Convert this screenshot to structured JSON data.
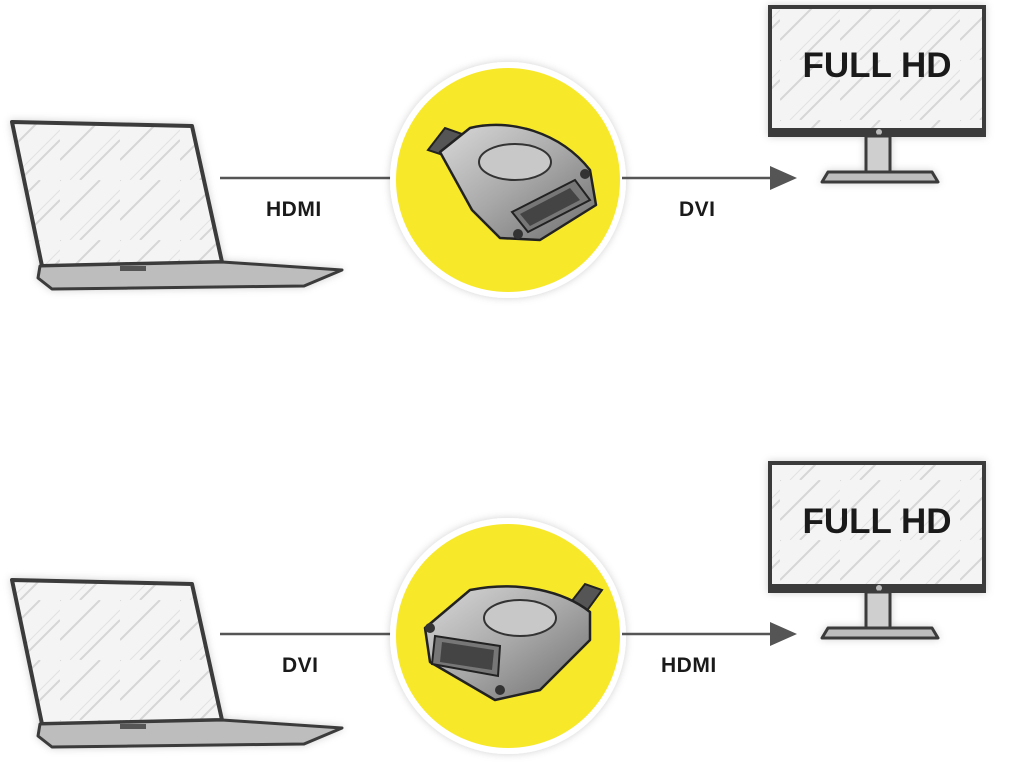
{
  "rows": [
    {
      "input_label": "HDMI",
      "output_label": "DVI",
      "monitor_text": "FULL HD",
      "adapter_icon": "hdmi-to-dvi-adapter-icon"
    },
    {
      "input_label": "DVI",
      "output_label": "HDMI",
      "monitor_text": "FULL HD",
      "adapter_icon": "dvi-to-hdmi-adapter-icon"
    }
  ],
  "colors": {
    "adapter_circle": "#f8e82a",
    "line": "#555555",
    "device_frame": "#3a3a3a",
    "text": "#1a1a1a"
  }
}
